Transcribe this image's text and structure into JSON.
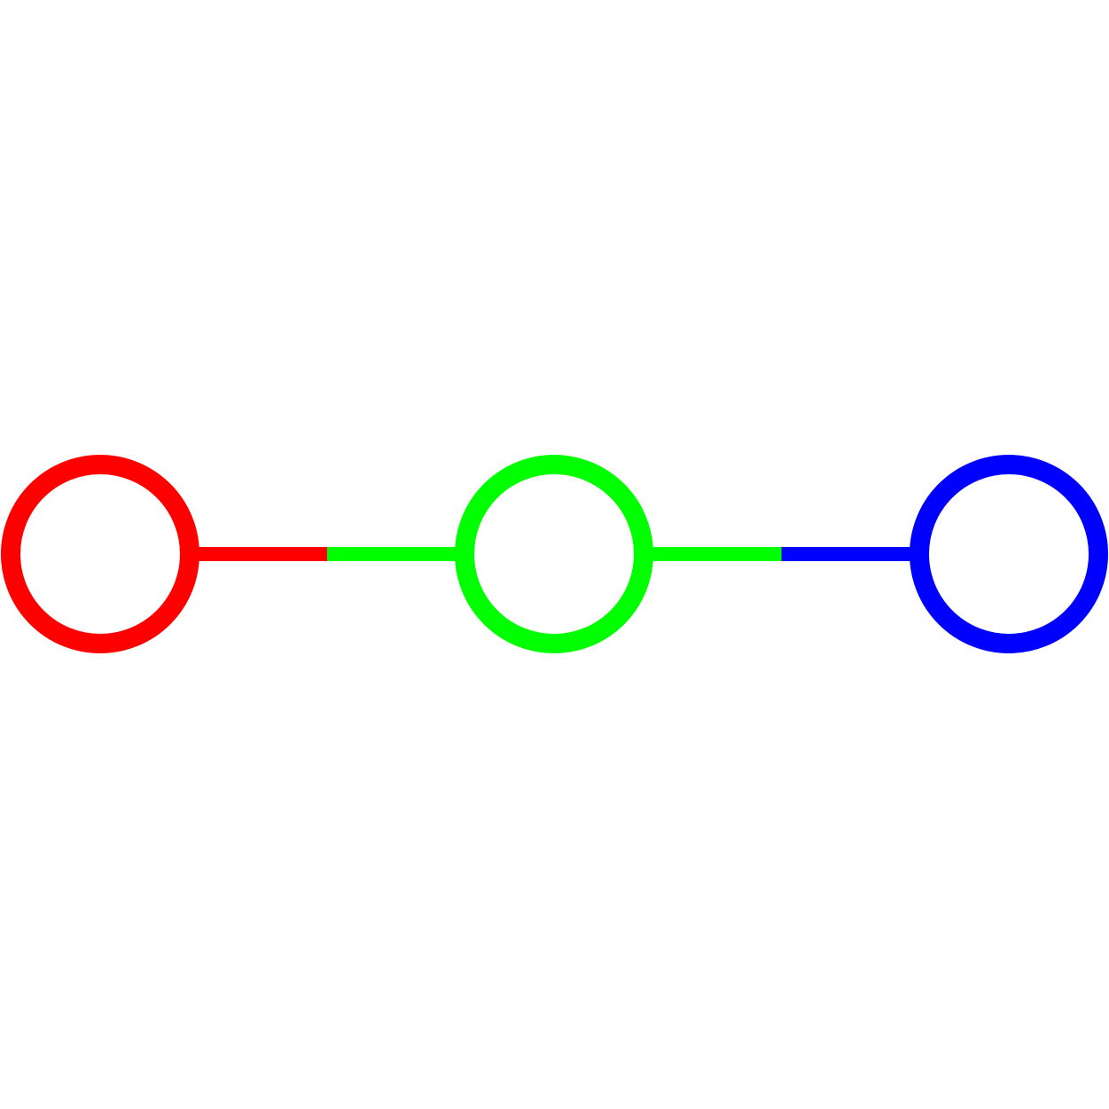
{
  "diagram": {
    "nodes": [
      {
        "id": "node-left",
        "color": "#ff0000"
      },
      {
        "id": "node-middle",
        "color": "#00ff00"
      },
      {
        "id": "node-right",
        "color": "#0000ff"
      }
    ],
    "edges": [
      {
        "from": "node-left",
        "to": "node-middle",
        "from_color": "#ff0000",
        "to_color": "#00ff00"
      },
      {
        "from": "node-middle",
        "to": "node-right",
        "from_color": "#00ff00",
        "to_color": "#0000ff"
      }
    ]
  }
}
